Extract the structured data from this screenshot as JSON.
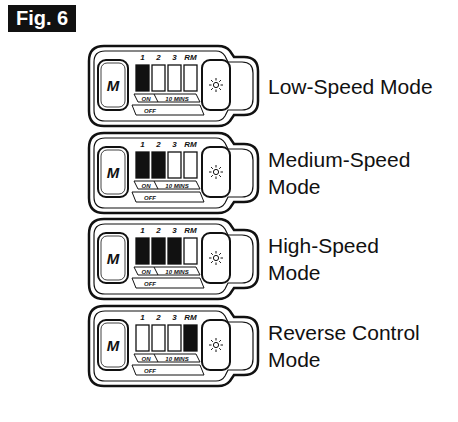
{
  "diagram": {
    "title": "Fig. 6",
    "labels": [
      "M",
      "1",
      "2",
      "3",
      "RM",
      "ON",
      "10 MINS",
      "OFF",
      "Low-Speed Mode",
      "M",
      "1",
      "2",
      "3",
      "RM",
      "ON",
      "10 MINS",
      "OFF",
      "Medium-Speed Mode",
      "M",
      "1",
      "2",
      "3",
      "RM",
      "ON",
      "10 MINS",
      "OFF",
      "High-Speed Mode",
      "M",
      "1",
      "2",
      "3",
      "RM",
      "ON",
      "10 MINS",
      "OFF",
      "Reverse Control Mode"
    ]
  }
}
